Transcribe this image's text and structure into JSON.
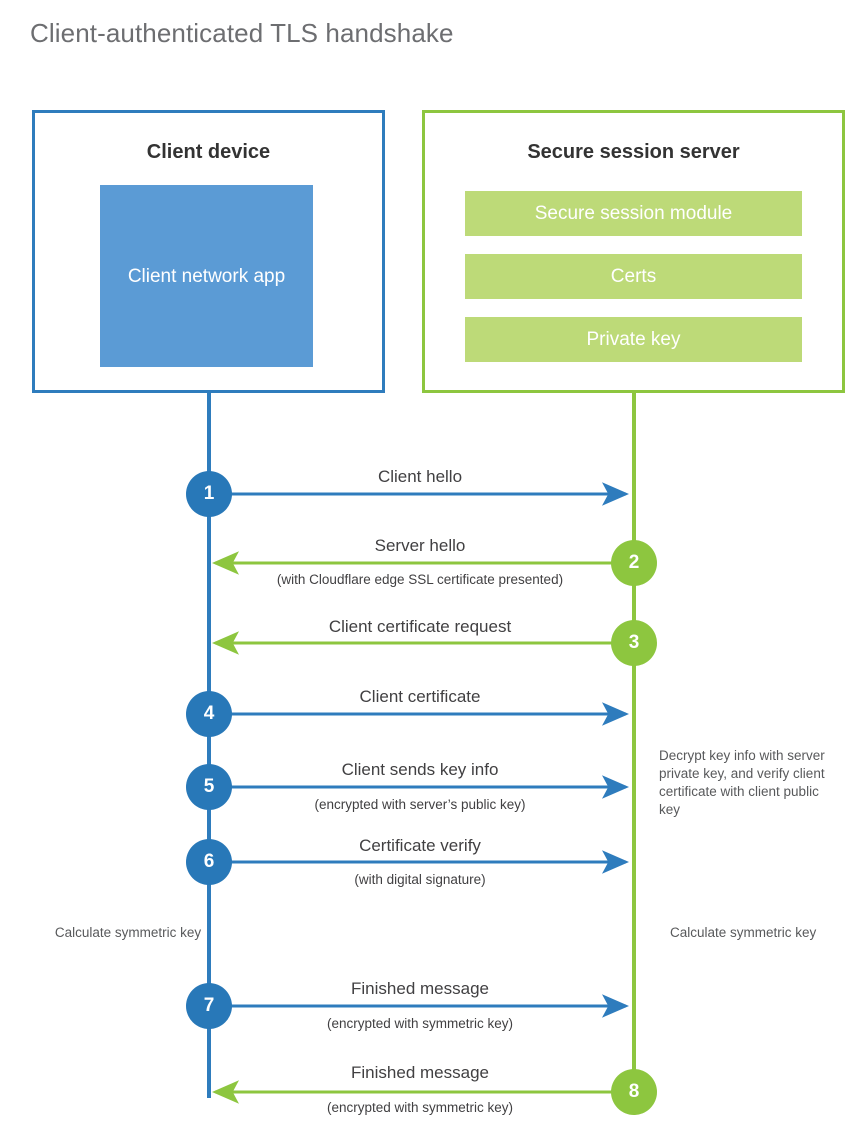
{
  "title": "Client-authenticated TLS handshake",
  "colors": {
    "client_border": "#2e7cbd",
    "client_fill": "#5b9bd5",
    "server_border": "#8dc63f",
    "server_fill": "#bdda78",
    "client_arrow": "#2e7cbd",
    "server_arrow": "#8dc63f",
    "text": "#414042",
    "title_text": "#6d6e71"
  },
  "participants": {
    "client": {
      "title": "Client device",
      "blocks": [
        "Client network app"
      ]
    },
    "server": {
      "title": "Secure session server",
      "blocks": [
        "Secure session module",
        "Certs",
        "Private key"
      ]
    }
  },
  "steps": [
    {
      "number": "1",
      "label": "Client hello",
      "sub": "",
      "direction": "client-to-server"
    },
    {
      "number": "2",
      "label": "Server hello",
      "sub": "(with Cloudflare edge SSL certificate presented)",
      "direction": "server-to-client"
    },
    {
      "number": "3",
      "label": "Client certificate request",
      "sub": "",
      "direction": "server-to-client"
    },
    {
      "number": "4",
      "label": "Client certificate",
      "sub": "",
      "direction": "client-to-server"
    },
    {
      "number": "5",
      "label": "Client sends key info",
      "sub": "(encrypted with server’s public key)",
      "direction": "client-to-server"
    },
    {
      "number": "6",
      "label": "Certificate verify",
      "sub": "(with digital signature)",
      "direction": "client-to-server"
    },
    {
      "number": "7",
      "label": "Finished message",
      "sub": "(encrypted with symmetric key)",
      "direction": "client-to-server"
    },
    {
      "number": "8",
      "label": "Finished message",
      "sub": "(encrypted with symmetric key)",
      "direction": "server-to-client"
    }
  ],
  "notes": {
    "server_decrypt": "Decrypt key info with server private key, and verify client certificate with client public key",
    "client_calculate": "Calculate symmetric key",
    "server_calculate": "Calculate symmetric key"
  }
}
